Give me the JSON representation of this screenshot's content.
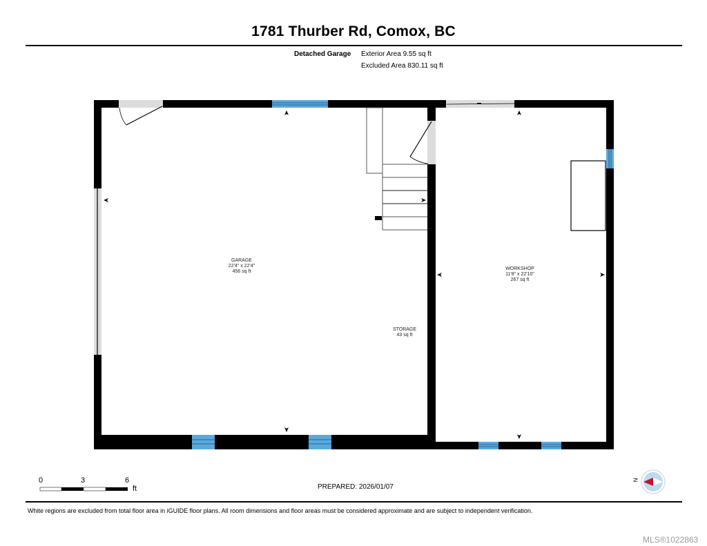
{
  "header": {
    "title": "1781 Thurber Rd, Comox, BC"
  },
  "summary": {
    "floor_label": "Detached Garage",
    "exterior_area": "Exterior Area 9.55 sq ft",
    "excluded_area": "Excluded Area 830.11 sq ft"
  },
  "rooms": [
    {
      "name": "GARAGE",
      "dimensions": "22'4\" x 22'4\"",
      "area": "456 sq ft"
    },
    {
      "name": "WORKSHOP",
      "dimensions": "11'8\" x 22'10\"",
      "area": "267 sq ft"
    },
    {
      "name": "STORAGE",
      "dimensions": "",
      "area": "43 sq ft"
    }
  ],
  "scale_bar": {
    "ticks": [
      "0",
      "3",
      "6"
    ],
    "unit": "ft"
  },
  "compass": {
    "label": "N",
    "needle_color": "#c8102e",
    "ring_color": "#b9dcef"
  },
  "colors": {
    "wall": "#000000",
    "window": "#5aa9dc",
    "opening": "#dcdcdc"
  },
  "footer": {
    "prepared": "PREPARED: 2026/01/07",
    "disclaimer": "White regions are excluded from total floor area in iGUIDE floor plans. All room dimensions and floor areas must be considered approximate and are subject to independent verification.",
    "mls": "MLS®1022863"
  }
}
